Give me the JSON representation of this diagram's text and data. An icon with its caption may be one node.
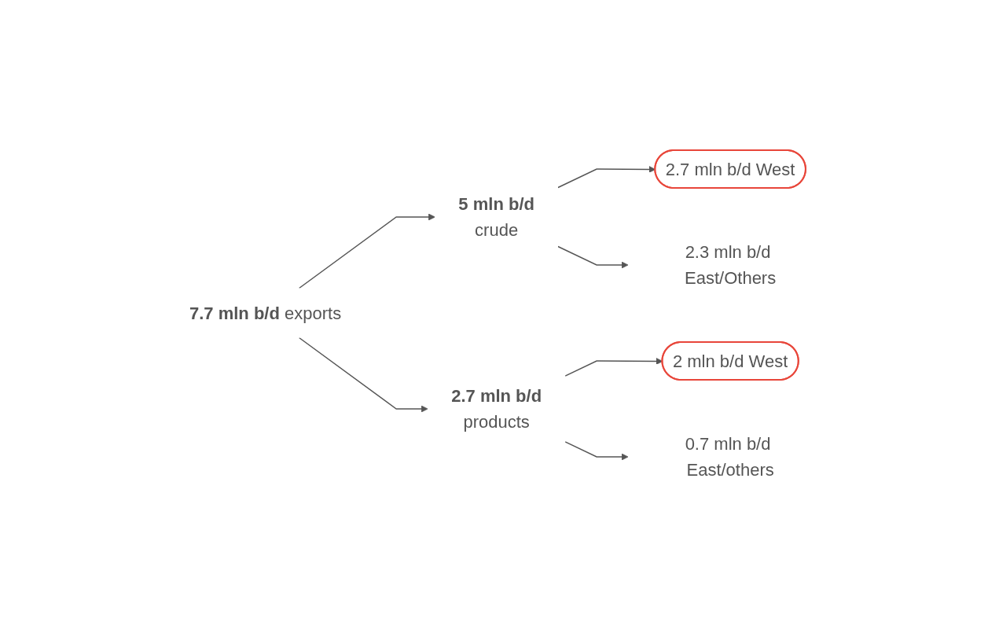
{
  "diagram": {
    "nodes": [
      {
        "text": [
          "**7.7 mln b/d** exports"
        ]
      },
      {
        "text": [
          "5 mln b/d",
          "crude"
        ]
      },
      {
        "text": [
          "2.7 mln b/d West"
        ]
      },
      {
        "text": [
          "2.3 mln b/d East/Others"
        ]
      },
      {
        "text": [
          "2.7 mln b/d",
          "products"
        ]
      },
      {
        "text": [
          "2 mln b/d West"
        ]
      },
      {
        "text": [
          "0.7 mln b/d East/others"
        ]
      }
    ],
    "edges": [
      {
        "from": 0,
        "to": 1,
        "arrow": "to"
      },
      {
        "from": 1,
        "to": 2,
        "arrow": "to"
      },
      {
        "from": 1,
        "to": 3,
        "arrow": "to"
      },
      {
        "from": 0,
        "to": 4,
        "arrow": "to"
      },
      {
        "from": 4,
        "to": 5,
        "arrow": "to"
      },
      {
        "from": 4,
        "to": 6,
        "arrow": "to"
      }
    ]
  }
}
